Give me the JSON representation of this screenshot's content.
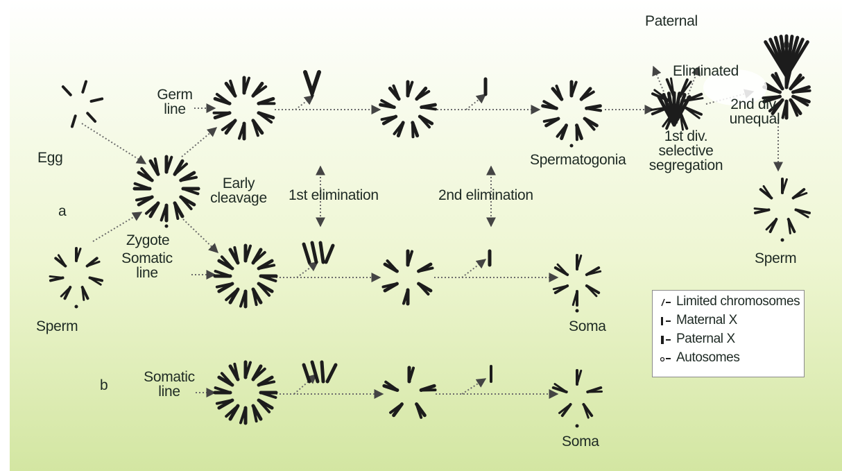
{
  "labels": {
    "egg": "Egg",
    "sperm_left": "Sperm",
    "zygote": "Zygote",
    "row_a": "a",
    "row_b": "b",
    "germ_line": [
      "Germ",
      "line"
    ],
    "somatic_line_a": [
      "Somatic",
      "line"
    ],
    "somatic_line_b": [
      "Somatic",
      "line"
    ],
    "early_cleavage": [
      "Early",
      "cleavage"
    ],
    "first_elimination": "1st elimination",
    "second_elimination": "2nd elimination",
    "spermatogonia": "Spermatogonia",
    "paternal": "Paternal",
    "eliminated": "Eliminated",
    "first_division": [
      "1st div.",
      "selective",
      "segregation"
    ],
    "second_division": [
      "2nd div.",
      "unequal"
    ],
    "sperm_right": "Sperm",
    "soma_a": "Soma",
    "soma_b": "Soma"
  },
  "legend": [
    {
      "symbol": "limited-chromosome",
      "label": "Limited chromosomes"
    },
    {
      "symbol": "maternal-x",
      "label": "Maternal X"
    },
    {
      "symbol": "paternal-x",
      "label": "Paternal X"
    },
    {
      "symbol": "autosome",
      "label": "Autosomes"
    }
  ],
  "colors": {
    "background_top": "#ffffff",
    "background_bottom": "#d3e6a2",
    "chromosome": "#1c1c1c",
    "arrow": "#555555",
    "text": "#1e2a24"
  }
}
